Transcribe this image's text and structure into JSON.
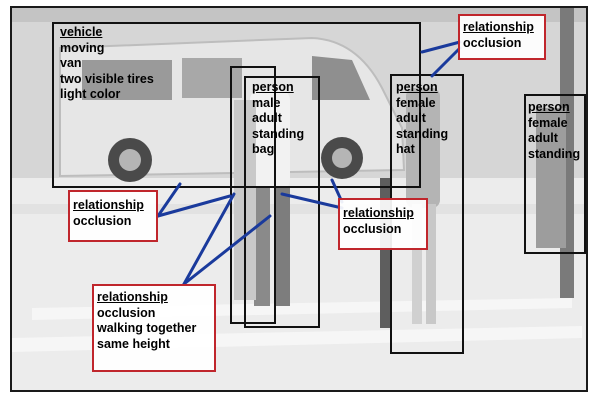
{
  "colors": {
    "object_box": "#111111",
    "relationship_box": "#c0262c",
    "link": "#1a3a9c"
  },
  "annotations": {
    "vehicle": {
      "category": "vehicle",
      "attributes": [
        "moving",
        "van",
        "two visible tires",
        "light color"
      ]
    },
    "person_1": {
      "category": "person",
      "attributes": [
        "male",
        "adult",
        "standing",
        "bag"
      ]
    },
    "person_2": {
      "category": "person",
      "attributes": [
        "female",
        "adult",
        "standing",
        "hat"
      ]
    },
    "person_3": {
      "category": "person",
      "attributes": [
        "female",
        "adult",
        "standing"
      ]
    }
  },
  "relationships": {
    "rel_top_right": {
      "category": "relationship",
      "attributes": [
        "occlusion"
      ]
    },
    "rel_left": {
      "category": "relationship",
      "attributes": [
        "occlusion"
      ]
    },
    "rel_middle": {
      "category": "relationship",
      "attributes": [
        "occlusion"
      ]
    },
    "rel_bottom": {
      "category": "relationship",
      "attributes": [
        "occlusion",
        "walking together",
        "same height"
      ]
    }
  }
}
